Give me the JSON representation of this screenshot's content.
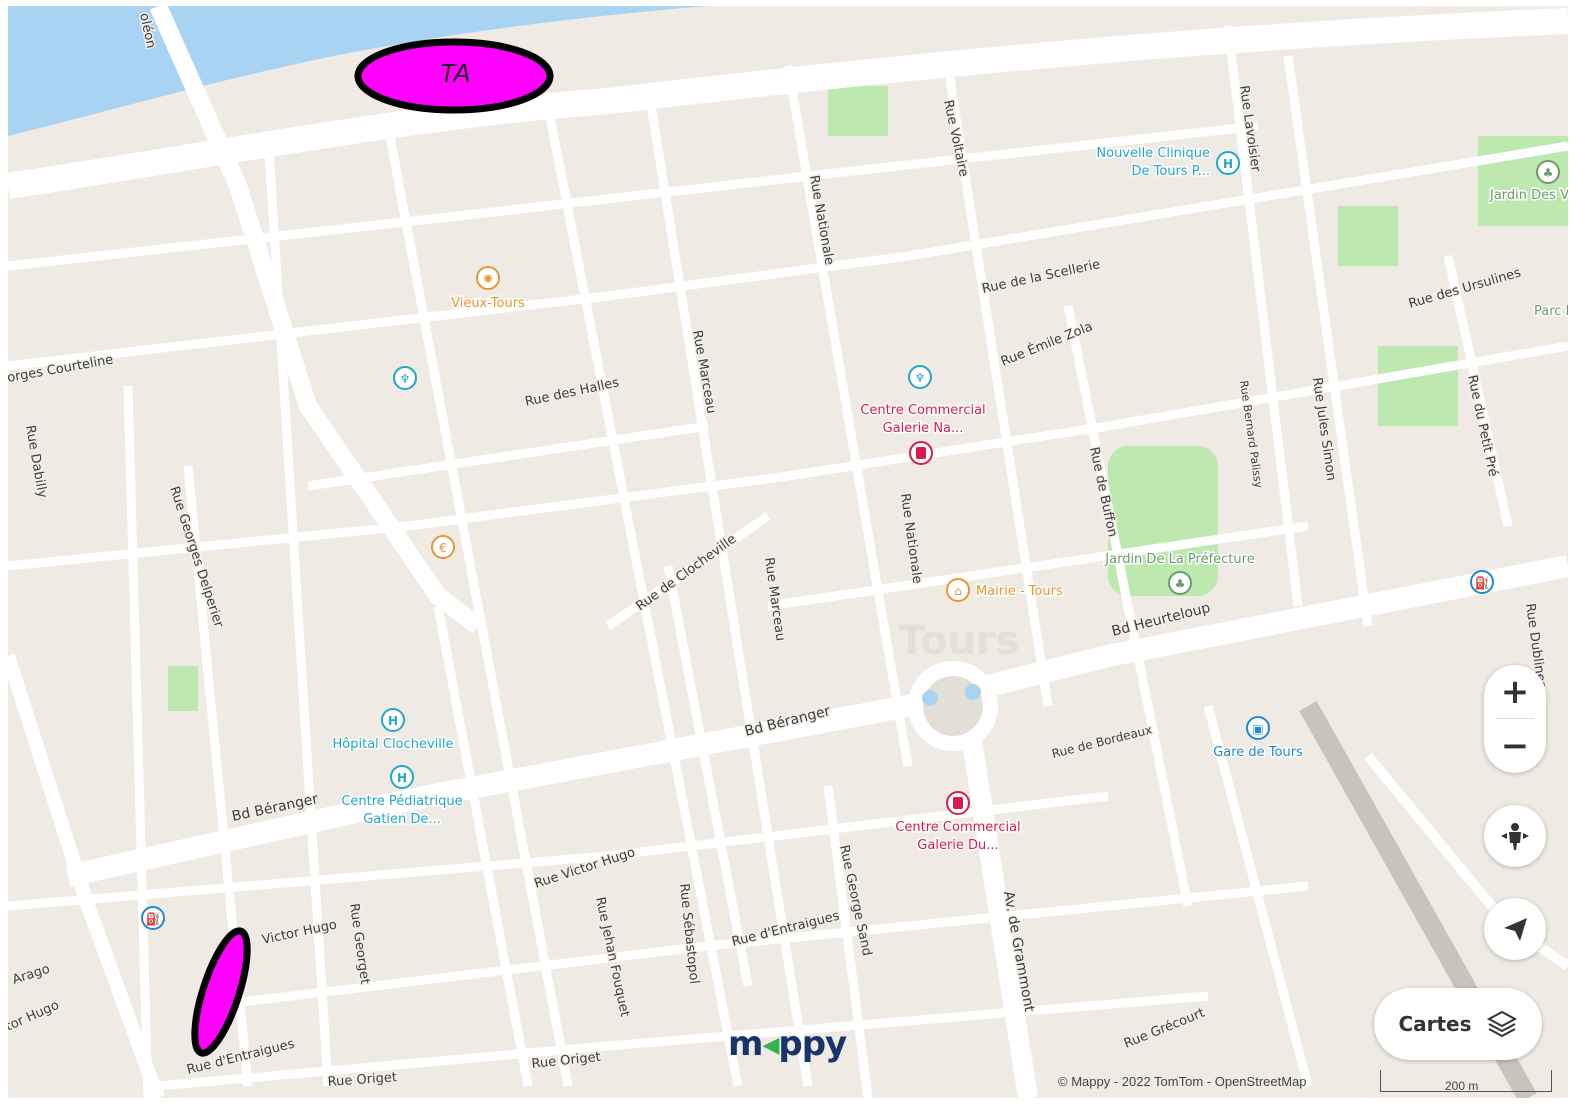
{
  "map": {
    "streets": [
      {
        "id": "rue-des-halles",
        "text": "Rue des Halles"
      },
      {
        "id": "rue-marceau-1",
        "text": "Rue Marceau"
      },
      {
        "id": "rue-marceau-2",
        "text": "Rue Marceau"
      },
      {
        "id": "rue-nationale-1",
        "text": "Rue Nationale"
      },
      {
        "id": "rue-nationale-2",
        "text": "Rue Nationale"
      },
      {
        "id": "rue-voltaire",
        "text": "Rue Voltaire"
      },
      {
        "id": "rue-lavoisier",
        "text": "Rue Lavoisier"
      },
      {
        "id": "rue-de-la-scellerie",
        "text": "Rue de la Scellerie"
      },
      {
        "id": "rue-emile-zola",
        "text": "Rue Émile Zola"
      },
      {
        "id": "rue-des-ursulines",
        "text": "Rue des Ursulines"
      },
      {
        "id": "rue-bernard-palissy",
        "text": "Rue Bernard Palissy"
      },
      {
        "id": "rue-jules-simon",
        "text": "Rue Jules Simon"
      },
      {
        "id": "rue-du-petit-pre",
        "text": "Rue du Petit Pré"
      },
      {
        "id": "rue-de-buffon",
        "text": "Rue de Buffon"
      },
      {
        "id": "rue-dubineau",
        "text": "Rue Dublineau"
      },
      {
        "id": "bd-heurteloup",
        "text": "Bd Heurteloup"
      },
      {
        "id": "bd-beranger-1",
        "text": "Bd Béranger"
      },
      {
        "id": "bd-beranger-2",
        "text": "Bd Béranger"
      },
      {
        "id": "rue-de-clocheville",
        "text": "Rue de Clocheville"
      },
      {
        "id": "rue-georges-courteline",
        "text": "orges Courteline"
      },
      {
        "id": "rue-dabilly",
        "text": "Rue Dabilly"
      },
      {
        "id": "rue-georges-delperier",
        "text": "Rue Georges Delperier"
      },
      {
        "id": "rue-victor-hugo-1",
        "text": "Rue Victor Hugo"
      },
      {
        "id": "rue-victor-hugo-2",
        "text": "Victor Hugo"
      },
      {
        "id": "rue-victor-hugo-3",
        "text": "tor Hugo"
      },
      {
        "id": "rue-arago",
        "text": "Arago"
      },
      {
        "id": "rue-georget",
        "text": "Rue Georget"
      },
      {
        "id": "rue-jehan-fouquet",
        "text": "Rue Jehan Fouquet"
      },
      {
        "id": "rue-sebastopol",
        "text": "Rue Sébastopol"
      },
      {
        "id": "rue-george-sand",
        "text": "Rue George Sand"
      },
      {
        "id": "av-de-grammont",
        "text": "Av. de Grammont"
      },
      {
        "id": "rue-dentraigues-1",
        "text": "Rue d'Entraigues"
      },
      {
        "id": "rue-dentraigues-2",
        "text": "Rue d'Entraigues"
      },
      {
        "id": "rue-origet-1",
        "text": "Rue Origet"
      },
      {
        "id": "rue-origet-2",
        "text": "Rue Origet"
      },
      {
        "id": "rue-grecourt",
        "text": "Rue Grécourt"
      },
      {
        "id": "rue-de-bordeaux",
        "text": "Rue de Bordeaux"
      },
      {
        "id": "napoleon",
        "text": "oléon"
      }
    ],
    "pois": [
      {
        "id": "vieux-tours",
        "line1": "Vieux-Tours",
        "line2": "",
        "color": "#e8962f",
        "icon": "landmark-icon"
      },
      {
        "id": "nouvelle-clinique",
        "line1": "Nouvelle Clinique",
        "line2": "De Tours P...",
        "color": "#22a7c6",
        "icon": "hospital-icon"
      },
      {
        "id": "jardin-des-vi",
        "line1": "Jardin Des Vil",
        "line2": "",
        "color": "#6b9a6b",
        "icon": "park-icon"
      },
      {
        "id": "parc-m",
        "line1": "Parc M",
        "line2": "",
        "color": "#6b9a6b",
        "icon": "park-icon"
      },
      {
        "id": "centre-nationale",
        "line1": "Centre Commercial",
        "line2": "Galerie Na...",
        "color": "#d81b4a",
        "icon": "shopping-icon"
      },
      {
        "id": "jardin-prefecture",
        "line1": "Jardin De La Préfecture",
        "line2": "",
        "color": "#6b9a6b",
        "icon": "park-icon"
      },
      {
        "id": "mairie-tours",
        "line1": "Mairie - Tours",
        "line2": "",
        "color": "#e8962f",
        "icon": "townhall-icon"
      },
      {
        "id": "hopital-clocheville",
        "line1": "Hôpital Clocheville",
        "line2": "",
        "color": "#22a7c6",
        "icon": "hospital-icon"
      },
      {
        "id": "centre-pediatrique",
        "line1": "Centre Pédiatrique",
        "line2": "Gatien De...",
        "color": "#22a7c6",
        "icon": "hospital-icon"
      },
      {
        "id": "centre-du",
        "line1": "Centre Commercial",
        "line2": "Galerie Du...",
        "color": "#d81b4a",
        "icon": "shopping-icon"
      },
      {
        "id": "gare-de-tours",
        "line1": "Gare de Tours",
        "line2": "",
        "color": "#1e88d0",
        "icon": "train-icon"
      }
    ],
    "city_label": "Tours",
    "colors": {
      "water": "#a9d3f2",
      "land": "#efebe4",
      "park": "#bde9b0",
      "road": "#ffffff",
      "marker": "#ff00ff"
    }
  },
  "markers": {
    "ta_label": "TA"
  },
  "controls": {
    "zoom_in": "+",
    "zoom_out": "−",
    "layers_label": "Cartes"
  },
  "logo": {
    "part1": "m",
    "accent": "◀",
    "part2": "ppy"
  },
  "attribution": "© Mappy - 2022 TomTom - OpenStreetMap",
  "scale_label": "200 m"
}
